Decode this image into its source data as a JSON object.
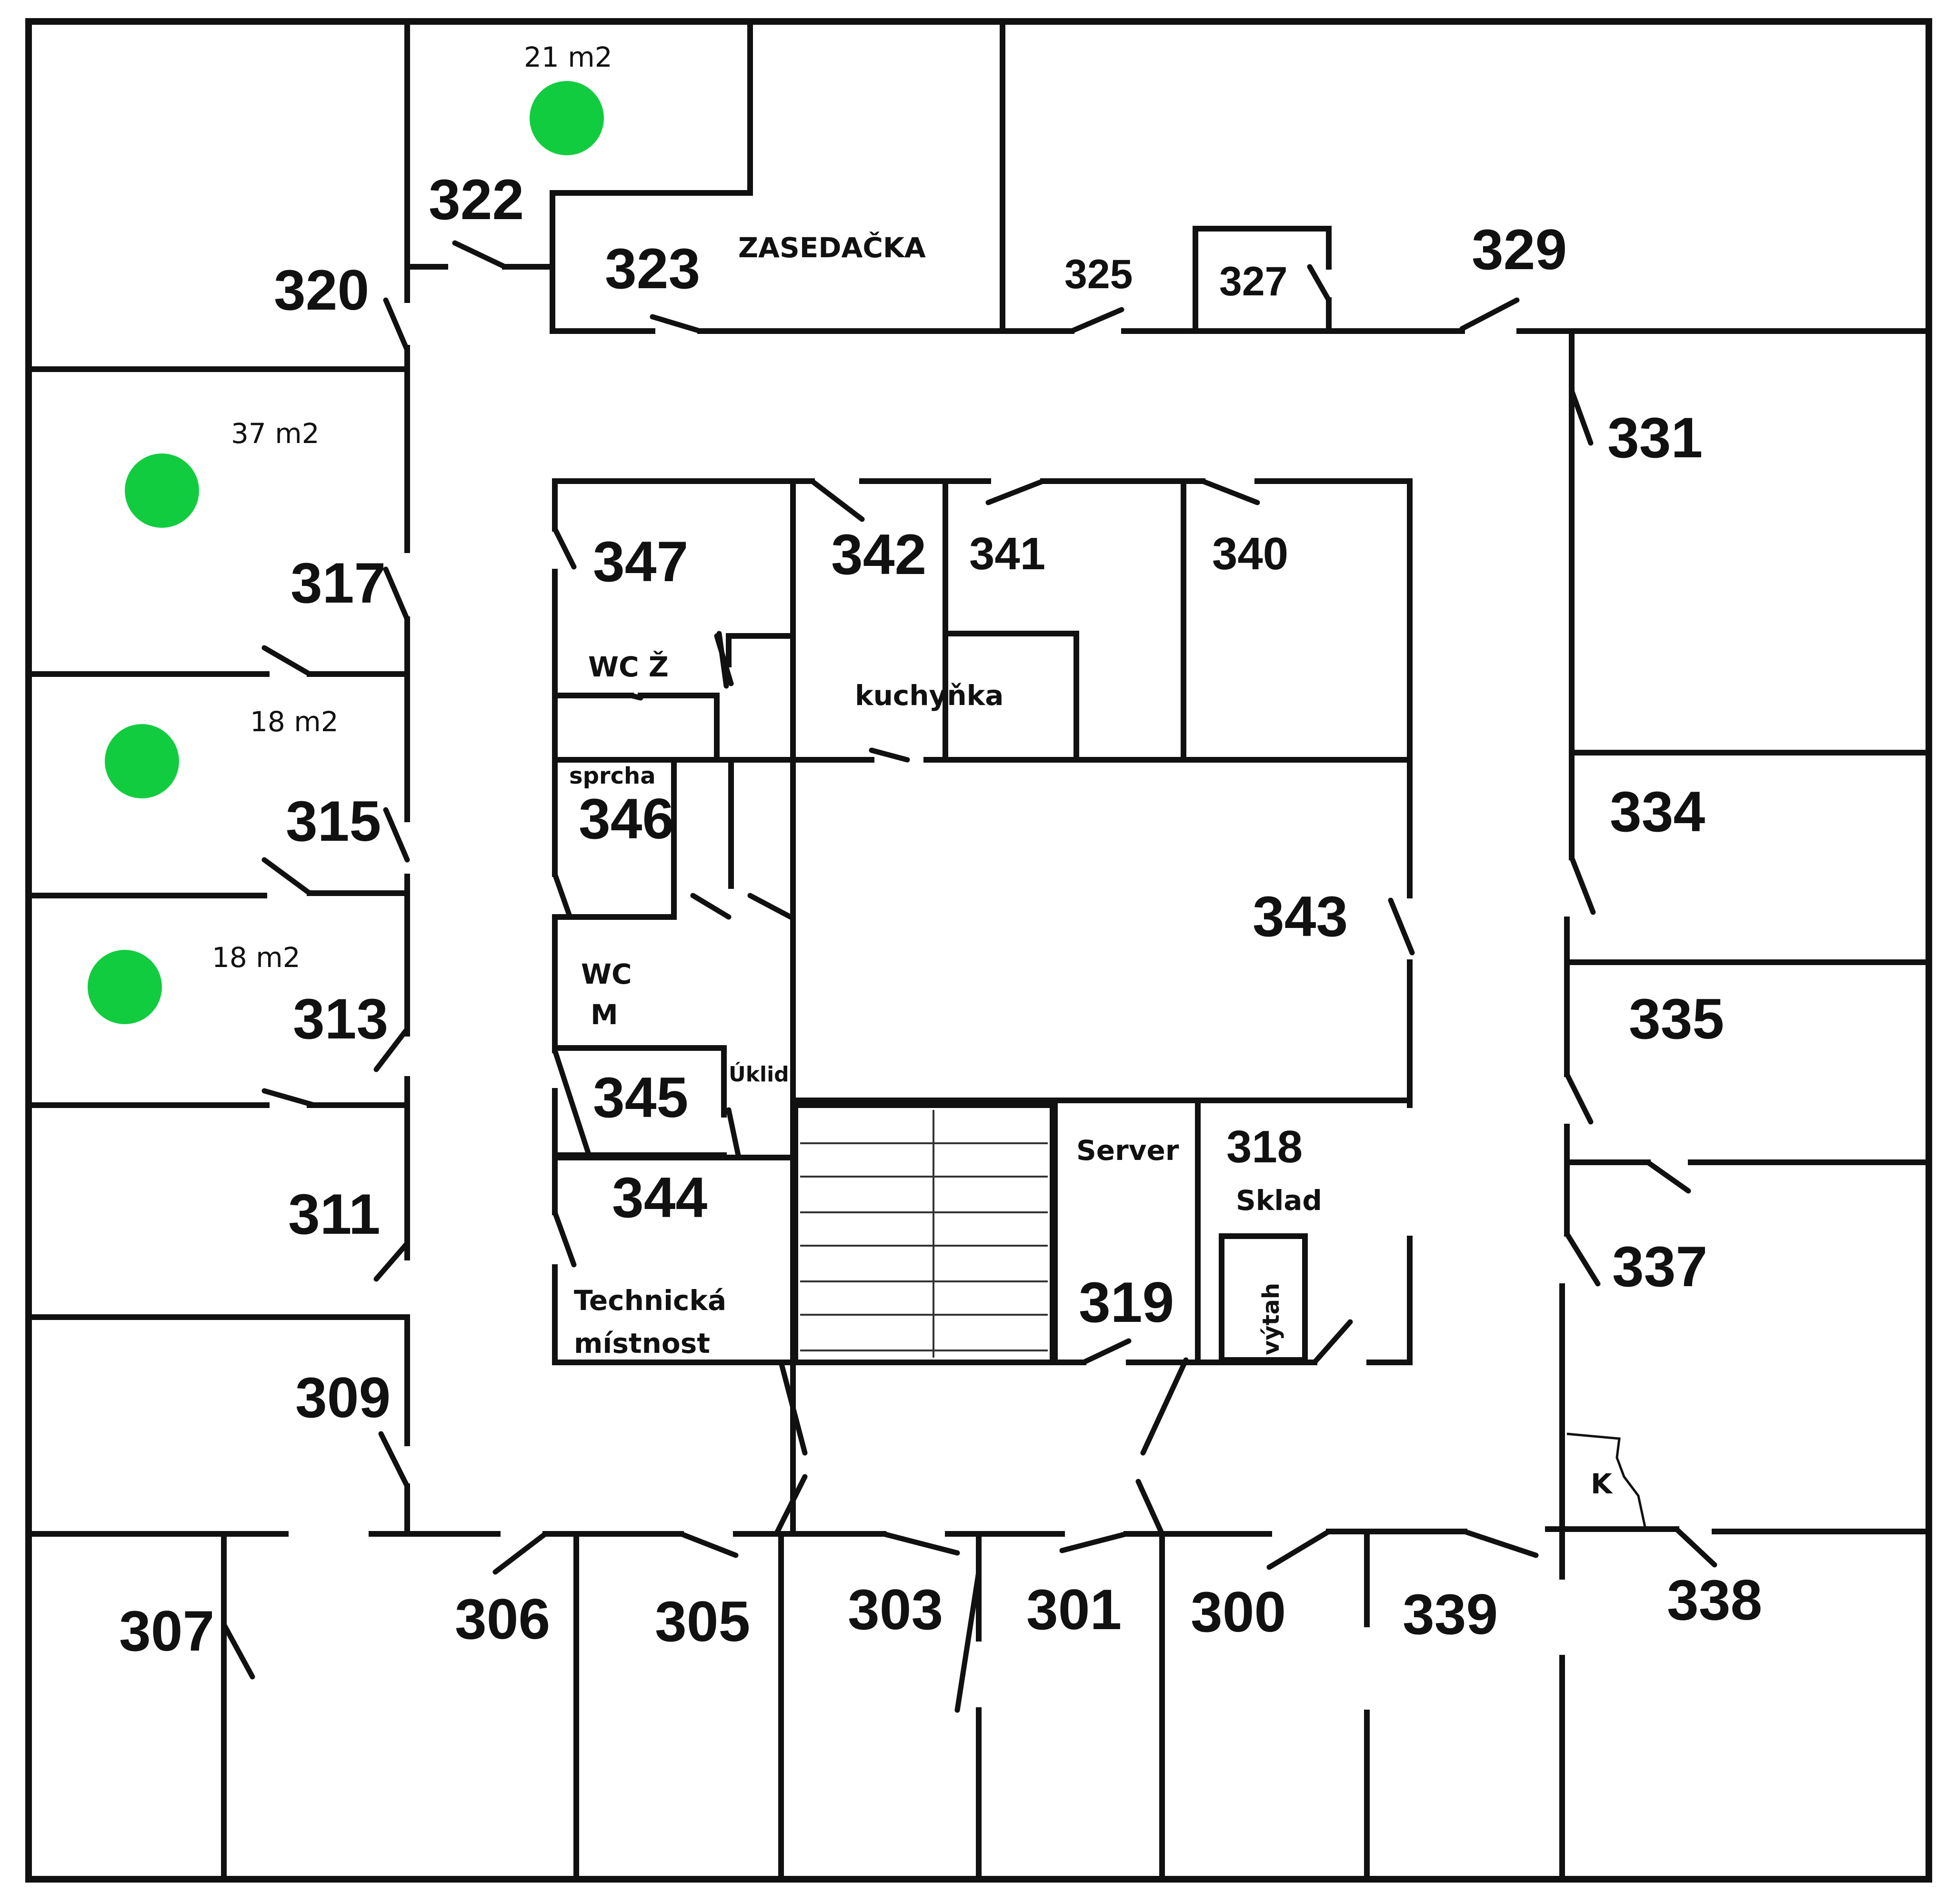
{
  "marker_color": "#12cc3f",
  "rooms": {
    "r320": "320",
    "r322": "322",
    "r323": "323",
    "r325": "325",
    "r327": "327",
    "r329": "329",
    "r331": "331",
    "r317": "317",
    "r315": "315",
    "r313": "313",
    "r311": "311",
    "r309": "309",
    "r307": "307",
    "r306": "306",
    "r305": "305",
    "r303": "303",
    "r301": "301",
    "r300": "300",
    "r339": "339",
    "r338": "338",
    "r337": "337",
    "r335": "335",
    "r334": "334",
    "r347": "347",
    "r342": "342",
    "r341": "341",
    "r340": "340",
    "r346": "346",
    "r343": "343",
    "r345": "345",
    "r344": "344",
    "r319": "319",
    "r318": "318"
  },
  "labels": {
    "zasedacka": "ZASEDAČKA",
    "wc_z": "WC Ž",
    "kuchynka": "kuchyňka",
    "sprcha": "sprcha",
    "wc": "WC",
    "m": "M",
    "uklid": "Úklid",
    "server": "Server",
    "sklad": "Sklad",
    "technicka": "Technická",
    "mistnost": "místnost",
    "vytah": "výtah",
    "k": "K"
  },
  "areas": {
    "a322": "21 m2",
    "a317": "37 m2",
    "a315": "18 m2",
    "a313": "18 m2"
  }
}
